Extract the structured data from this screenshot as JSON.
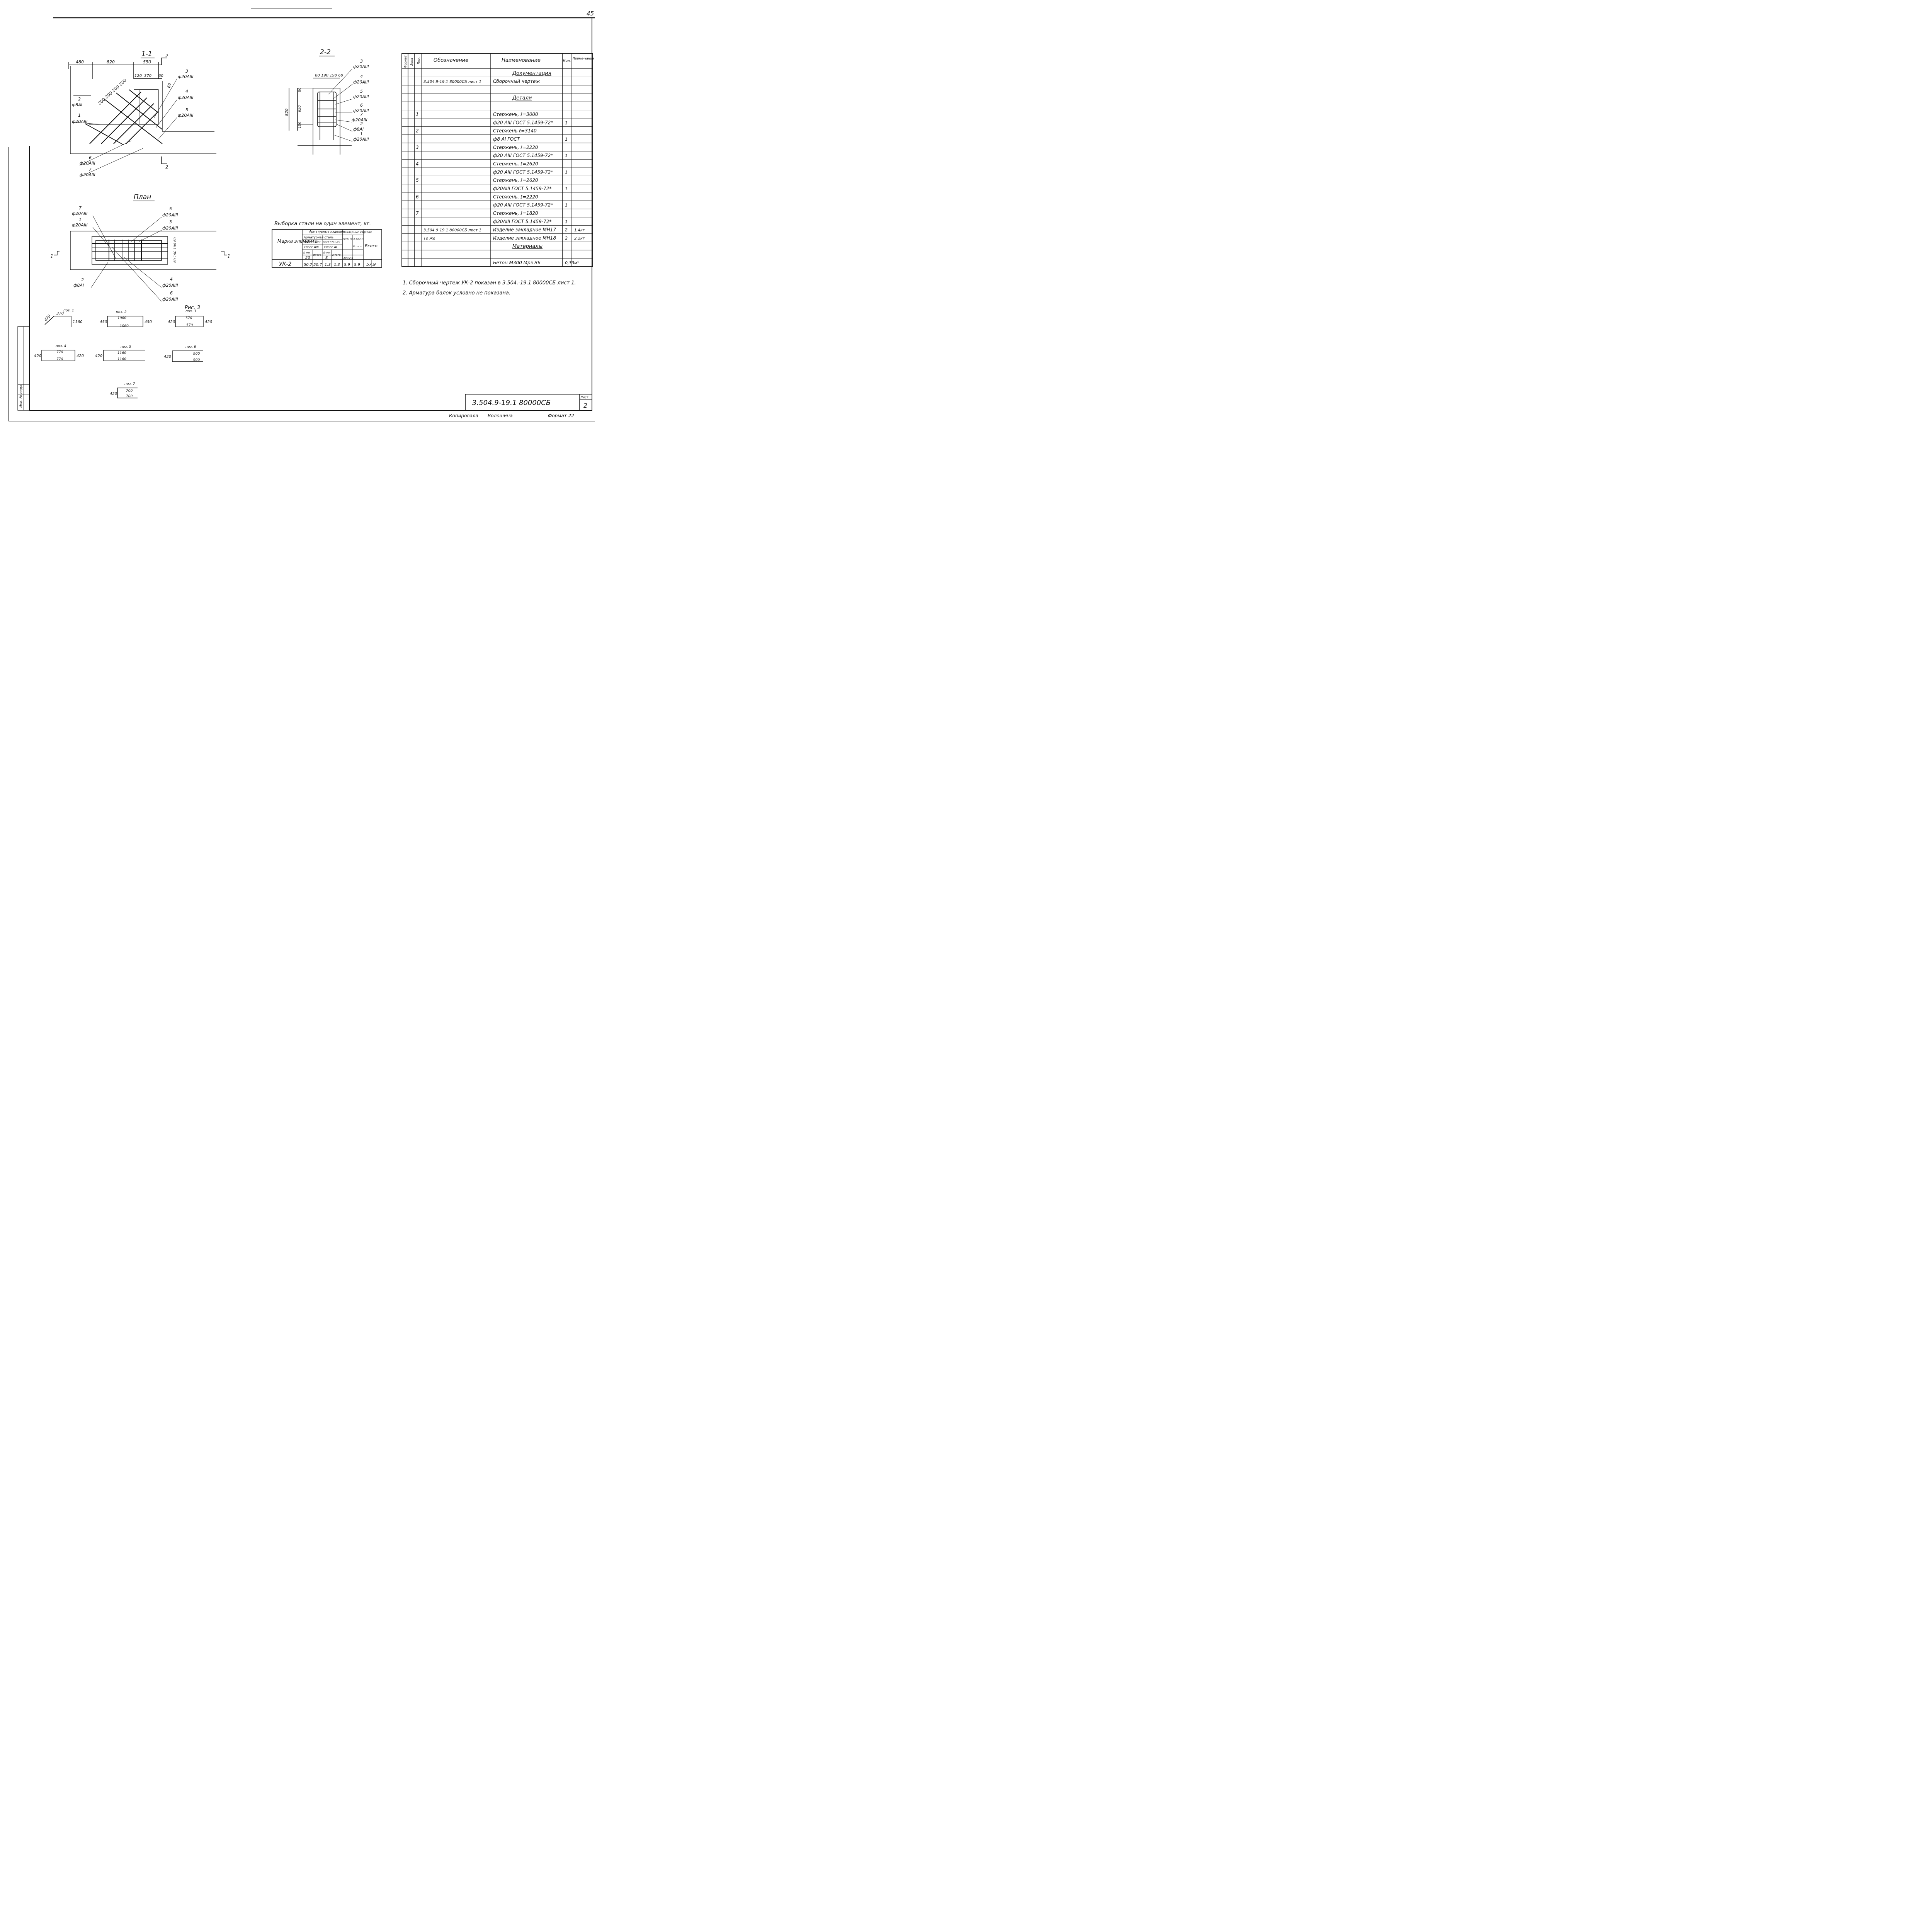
{
  "page_number": "45",
  "sheet_number": "2",
  "sheet_label": "Лист",
  "stamp_code": "3.504.9-19.1 80000СБ",
  "copied_by": {
    "label": "Копировала",
    "name": "Волошина",
    "format": "Формат 22"
  },
  "section_1_1": {
    "title": "1-1",
    "dims": [
      "480",
      "820",
      "550",
      "120",
      "370",
      "60",
      "60",
      "200 200 200 200"
    ],
    "cut_marks": [
      "2",
      "2"
    ],
    "labels": [
      {
        "pos": "3",
        "bar": "ф20АIII"
      },
      {
        "pos": "4",
        "bar": "ф20АIII"
      },
      {
        "pos": "5",
        "bar": "ф20АIII"
      },
      {
        "pos": "2",
        "bar": "ф8АI"
      },
      {
        "pos": "1",
        "bar": "ф20АIII"
      },
      {
        "pos": "6",
        "bar": "ф20АIII"
      },
      {
        "pos": "7",
        "bar": "ф20АIII"
      }
    ]
  },
  "section_2_2": {
    "title": "2-2",
    "dims_top": "60 190 190 60",
    "dims_left": [
      "820",
      "80",
      "650",
      "100"
    ],
    "labels": [
      {
        "pos": "3",
        "bar": "ф20АIII"
      },
      {
        "pos": "4",
        "bar": "ф20АIII"
      },
      {
        "pos": "5",
        "bar": "ф20АIII"
      },
      {
        "pos": "6",
        "bar": "ф20АIII"
      },
      {
        "pos": "7",
        "bar": "ф20АIII"
      },
      {
        "pos": "2",
        "bar": "ф8АI"
      },
      {
        "pos": "1",
        "bar": "ф20АIII"
      }
    ]
  },
  "plan": {
    "title": "План",
    "cut_marks": [
      "1",
      "1"
    ],
    "dims_right": "60 190 190 60",
    "labels": [
      {
        "pos": "7",
        "bar": "ф20АIII"
      },
      {
        "pos": "1",
        "bar": "ф20АIII"
      },
      {
        "pos": "5",
        "bar": "ф20АIII"
      },
      {
        "pos": "3",
        "bar": "ф20АIII"
      },
      {
        "pos": "2",
        "bar": "ф8АI"
      },
      {
        "pos": "4",
        "bar": "ф20АIII"
      },
      {
        "pos": "6",
        "bar": "ф20АIII"
      }
    ]
  },
  "fig_caption": "Рис. 3",
  "bar_shapes": [
    {
      "pos": "поз. 1",
      "dims": [
        "470",
        "370",
        "1160"
      ]
    },
    {
      "pos": "поз. 2",
      "dims": [
        "450",
        "1060",
        "1060",
        "450"
      ]
    },
    {
      "pos": "поз. 3",
      "dims": [
        "420",
        "570",
        "570",
        "420"
      ]
    },
    {
      "pos": "поз. 4",
      "dims": [
        "420",
        "770",
        "770",
        "420"
      ]
    },
    {
      "pos": "поз. 5",
      "dims": [
        "420",
        "1160",
        "1160"
      ]
    },
    {
      "pos": "поз. 6",
      "dims": [
        "420",
        "900",
        "900"
      ]
    },
    {
      "pos": "поз. 7",
      "dims": [
        "420",
        "700",
        "700"
      ]
    }
  ],
  "steel_table": {
    "title": "Выборка стали на один элемент, кг.",
    "h_marka": "Марка элемента",
    "h_armature": "Арматурные изделия",
    "h_steel": "Арматурная сталь",
    "h_gost1": "ГОСТ 5781-75*",
    "h_gost2": "ГОСТ 5781-75",
    "h_class3": "класс АIII",
    "h_class1": "класс АI",
    "h_fmm": "ф мм",
    "h_itogo": "Итого",
    "h_embed": "Закладные изделия",
    "h_truby": "Трубы ГОСТ 3262-75",
    "h_size": "38×2,5",
    "h_total": "Всего",
    "d1": "20",
    "d2": "8",
    "row": {
      "mark": "УК-2",
      "v1": "50,7",
      "v2": "50,7",
      "v3": "1,3",
      "v4": "1,3",
      "v5": "5,9",
      "v6": "5,9",
      "total": "57,9"
    }
  },
  "spec_table": {
    "headers": {
      "format": "Формат",
      "zone": "Зона",
      "pos": "Поз.",
      "designation": "Обозначение",
      "name": "Наименование",
      "qty": "Кол.",
      "note": "Приме-чание"
    },
    "rows": [
      {
        "pos": "",
        "designation": "",
        "name": "Документация",
        "qty": "",
        "note": "",
        "heading": true
      },
      {
        "pos": "",
        "designation": "3.504.9-19.1 80000СБ лист 1",
        "name": "Сборочный чертеж",
        "qty": "",
        "note": ""
      },
      {
        "pos": "",
        "designation": "",
        "name": "",
        "qty": "",
        "note": ""
      },
      {
        "pos": "",
        "designation": "",
        "name": "Детали",
        "qty": "",
        "note": "",
        "heading": true
      },
      {
        "pos": "",
        "designation": "",
        "name": "",
        "qty": "",
        "note": ""
      },
      {
        "pos": "1",
        "designation": "",
        "name": "Стержень, ℓ=3000",
        "qty": "",
        "note": ""
      },
      {
        "pos": "",
        "designation": "",
        "name": "ф20 АIII ГОСТ 5.1459-72*",
        "qty": "1",
        "note": ""
      },
      {
        "pos": "2",
        "designation": "",
        "name": "Стержень ℓ=3140",
        "qty": "",
        "note": ""
      },
      {
        "pos": "",
        "designation": "",
        "name": "ф8 АI ГОСТ",
        "qty": "1",
        "note": ""
      },
      {
        "pos": "3",
        "designation": "",
        "name": "Стержень, ℓ=2220",
        "qty": "",
        "note": ""
      },
      {
        "pos": "",
        "designation": "",
        "name": "ф20 АIII ГОСТ 5.1459-72*",
        "qty": "1",
        "note": ""
      },
      {
        "pos": "4",
        "designation": "",
        "name": "Стержень, ℓ=2620",
        "qty": "",
        "note": ""
      },
      {
        "pos": "",
        "designation": "",
        "name": "ф20 АIII ГОСТ 5.1459-72*",
        "qty": "1",
        "note": ""
      },
      {
        "pos": "5",
        "designation": "",
        "name": "Стержень, ℓ=2620",
        "qty": "",
        "note": ""
      },
      {
        "pos": "",
        "designation": "",
        "name": "ф20АIII ГОСТ 5.1459-72*",
        "qty": "1",
        "note": ""
      },
      {
        "pos": "6",
        "designation": "",
        "name": "Стержень, ℓ=2220",
        "qty": "",
        "note": ""
      },
      {
        "pos": "",
        "designation": "",
        "name": "ф20 АIII ГОСТ 5.1459-72*",
        "qty": "1",
        "note": ""
      },
      {
        "pos": "7",
        "designation": "",
        "name": "Стержень, ℓ=1820",
        "qty": "",
        "note": ""
      },
      {
        "pos": "",
        "designation": "",
        "name": "ф20АIII ГОСТ 5.1459-72*",
        "qty": "1",
        "note": ""
      },
      {
        "pos": "",
        "designation": "3.504.9-19.1 80000СБ лист 1",
        "name": "Изделие закладное МН17",
        "qty": "2",
        "note": "1,4кг"
      },
      {
        "pos": "",
        "designation": "То же",
        "name": "Изделие закладное МН18",
        "qty": "2",
        "note": "2,2кг"
      },
      {
        "pos": "",
        "designation": "",
        "name": "Материалы",
        "qty": "",
        "note": "",
        "heading": true
      },
      {
        "pos": "",
        "designation": "",
        "name": "",
        "qty": "",
        "note": ""
      },
      {
        "pos": "",
        "designation": "",
        "name": "Бетон М300 Мрз В6",
        "qty": "0,33",
        "note": "м³"
      }
    ]
  },
  "notes": [
    "1. Сборочный чертеж УК-2 показан в 3.504.-19.1 80000СБ лист 1.",
    "2. Арматура балок условно не показана."
  ],
  "side_stamp": "Инв. № подл."
}
